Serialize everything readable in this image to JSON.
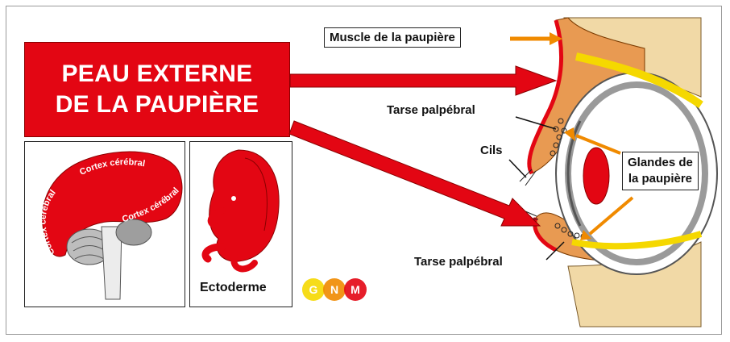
{
  "title": {
    "line1": "PEAU EXTERNE",
    "line2": "DE LA PAUPIÈRE"
  },
  "labels": {
    "muscle": "Muscle de la paupière",
    "tarse_top": "Tarse palpébral",
    "cils": "Cils",
    "glandes_l1": "Glandes de",
    "glandes_l2": "la paupière",
    "tarse_bottom": "Tarse palpébral"
  },
  "brain": {
    "cortex": "Cortex cérébral"
  },
  "embryo": {
    "label": "Ectoderme"
  },
  "logo": {
    "letters": [
      "G",
      "N",
      "M"
    ],
    "colors": [
      "#f5d800",
      "#f08a00",
      "#e30613"
    ]
  },
  "colors": {
    "accent": "#e30613",
    "arrow": "#f08a00",
    "skin": "#e89a52",
    "bone": "#f1d9a6"
  }
}
